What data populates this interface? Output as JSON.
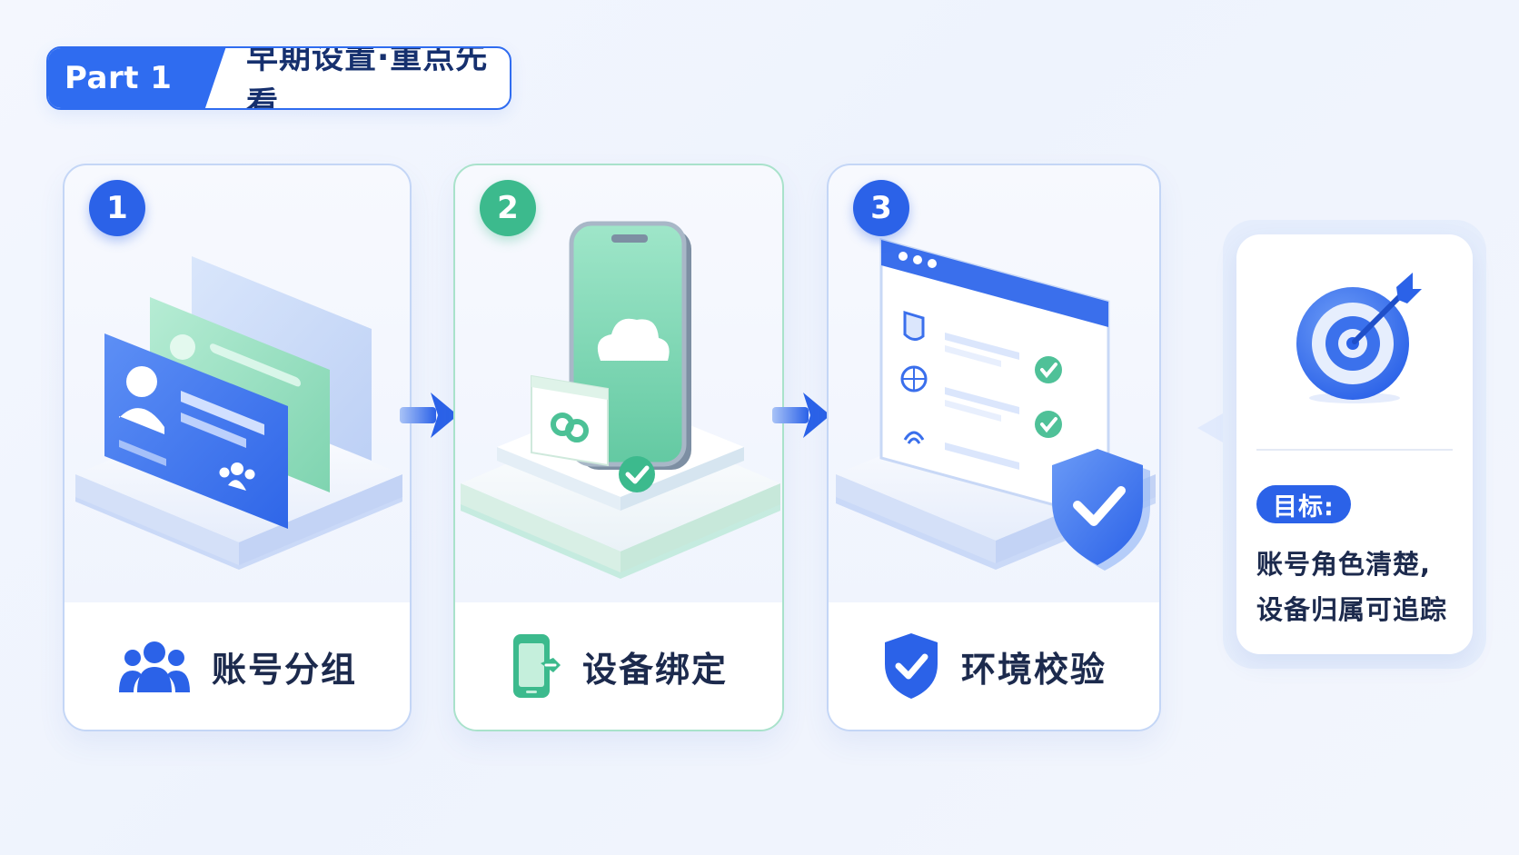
{
  "header": {
    "part": "Part 1",
    "title": "早期设置·重点先看"
  },
  "steps": [
    {
      "number": "1",
      "label": "账号分组"
    },
    {
      "number": "2",
      "label": "设备绑定"
    },
    {
      "number": "3",
      "label": "环境校验"
    }
  ],
  "goal": {
    "label": "目标:",
    "line1": "账号角色清楚,",
    "line2": "设备归属可追踪"
  },
  "colors": {
    "blue": "#2b62e8",
    "green": "#3cba8d",
    "navy": "#1c2a4d"
  },
  "icons": [
    "users-icon",
    "phone-link-icon",
    "shield-check-icon",
    "target-icon"
  ]
}
